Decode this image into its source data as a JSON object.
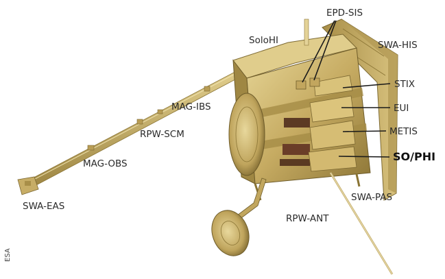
{
  "labels": {
    "epd_sis": "EPD-SIS",
    "soloHI": "SoloHI",
    "swa_his": "SWA-HIS",
    "stix": "STIX",
    "eui": "EUI",
    "metis": "METIS",
    "so_phi": "SO/PHI",
    "mag_ibs": "MAG-IBS",
    "rpw_scm": "RPW-SCM",
    "mag_obs": "MAG-OBS",
    "swa_eas": "SWA-EAS",
    "swa_pas": "SWA-PAS",
    "rpw_ant": "RPW-ANT"
  },
  "credit": "ESA",
  "colors": {
    "gold": "#c9b06a",
    "gold_light": "#e2cf8f",
    "gold_dark": "#8f7a3c",
    "gold_shadow": "#6e5c2a",
    "leader_line": "#1a1a1a"
  }
}
